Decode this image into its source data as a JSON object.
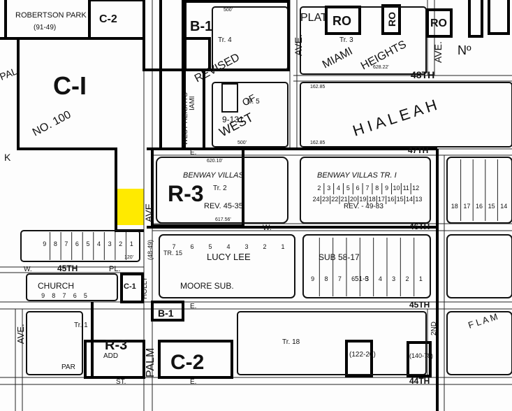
{
  "map": {
    "labels": {
      "robertson_park": "ROBERTSON PARK",
      "robertson_park_ref": "(91-49)",
      "c2_top": "C-2",
      "c1_big": "C-I",
      "no100": "NO. 100",
      "pal": "PAL",
      "k": "K",
      "b1_top": "B-1",
      "revised": "REVISED",
      "of": "OF",
      "west": "WEST",
      "plat": "PLAT",
      "ave_top": "AVE.",
      "ave_top_right": "AVE.",
      "miami": "MIAMI",
      "heights": "HEIGHTS",
      "ro1": "RO",
      "ro2": "RO",
      "ro3": "RO",
      "no_right": "Nº",
      "th48": "48TH",
      "hialeah": "H I A L E A H",
      "tr3": "Tr. 3",
      "tr4": "Tr. 4",
      "tr5": "Tr. 5",
      "tr2": "Tr. 2",
      "miami_small": "IAMI",
      "west_heights": "WEST HEIGHTS",
      "ref_9131": "9-131",
      "th47": "47TH",
      "e_47": "E.",
      "benway_villas": "BENWAY VILLAS",
      "benway_villas_tr1": "BENWAY VILLAS TR. I",
      "r3_mid": "R-3",
      "rev_4535": "REV. 45-35",
      "rev_4983": "REV. - 49-83",
      "w_46": "W.",
      "th46": "46TH",
      "ave_mid": "AVE.",
      "lucy_lee": "LUCY LEE",
      "sub_5817": "SUB    58-17",
      "tr15": "TR. 15",
      "ref_4849": "(48-49)",
      "holly": "HOLLY",
      "moore_sub": "MOORE SUB.",
      "ref_513": "51-3",
      "th45": "45TH",
      "pl": "PL.",
      "w_45": "W.",
      "church": "CHURCH",
      "c1_small": "C-1",
      "b1_small": "B-1",
      "e_45": "E.",
      "st_45": "45TH",
      "tr1": "Tr. 1",
      "r3_bottom": "R-3",
      "add": "ADD",
      "par": "PAR",
      "palm": "PALM",
      "c2_bottom": "C-2",
      "tr18": "Tr. 18",
      "ref_12220": "(122-20)",
      "ref_14078": "(140-78)",
      "st_44": "ST.",
      "e_44": "E.",
      "th44": "44TH",
      "ave_left": "AVE.",
      "nd2": "2ND",
      "flam": "F L A M",
      "num_500": "500'",
      "num_62010": "620.10'",
      "num_61756": "617.56'",
      "num_62822": "628.22'",
      "num_16285": "162.85",
      "num_120": "120'"
    },
    "benway_lots_top": [
      "2",
      "3",
      "4",
      "5",
      "6",
      "7",
      "8",
      "9",
      "10",
      "11",
      "12"
    ],
    "benway_lots_bottom": [
      "24",
      "23",
      "22",
      "21",
      "20",
      "19",
      "18",
      "17",
      "16",
      "15",
      "14",
      "13"
    ],
    "right_lots": [
      "18",
      "17",
      "16",
      "15",
      "14"
    ],
    "lucy_lots": [
      "7",
      "6",
      "5",
      "4",
      "3",
      "2",
      "1"
    ],
    "moore_lots": [
      "9",
      "8",
      "7",
      "6",
      "5",
      "4",
      "3",
      "2",
      "1"
    ],
    "church_lots": [
      "9",
      "8",
      "7",
      "6",
      "5"
    ],
    "row46_lots": [
      "9",
      "8",
      "7",
      "6",
      "5",
      "4",
      "3",
      "2",
      "1"
    ],
    "highlight_color": "#ffea00"
  }
}
